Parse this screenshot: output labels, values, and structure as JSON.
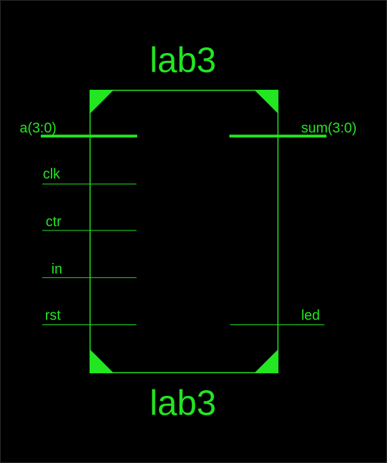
{
  "symbol": {
    "name_top": "lab3",
    "name_bottom": "lab3",
    "color": "#22e622",
    "background": "#000000"
  },
  "pins": {
    "a": {
      "label": "a(3:0)",
      "side": "left",
      "bus": true
    },
    "clk": {
      "label": "clk",
      "side": "left",
      "bus": false
    },
    "ctr": {
      "label": "ctr",
      "side": "left",
      "bus": false
    },
    "in": {
      "label": "in",
      "side": "left",
      "bus": false
    },
    "rst": {
      "label": "rst",
      "side": "left",
      "bus": false
    },
    "sum": {
      "label": "sum(3:0)",
      "side": "right",
      "bus": true
    },
    "led": {
      "label": "led",
      "side": "right",
      "bus": false
    }
  }
}
